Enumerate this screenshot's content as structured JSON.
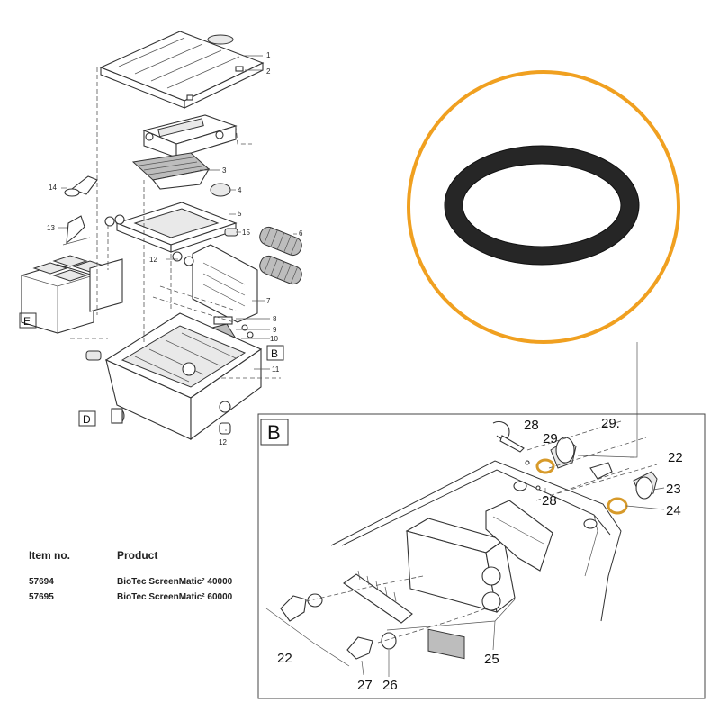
{
  "callouts_main": [
    "1",
    "2",
    "3",
    "4",
    "5",
    "6",
    "7",
    "8",
    "9",
    "10",
    "11",
    "12",
    "12",
    "13",
    "14",
    "15"
  ],
  "box_labels_main": [
    "E",
    "B",
    "D"
  ],
  "detail": {
    "box_label": "B",
    "callouts": [
      "28",
      "29",
      "29.",
      "22",
      "23",
      "24",
      "28",
      "22",
      "27",
      "26",
      "25"
    ]
  },
  "table": {
    "headers": [
      "Item no.",
      "Product"
    ],
    "rows": [
      [
        "57694",
        "BioTec ScreenMatic² 40000"
      ],
      [
        "57695",
        "BioTec ScreenMatic² 60000"
      ]
    ]
  },
  "colors": {
    "highlight": "#F0A020",
    "gasket": "#262626",
    "line": "#333333"
  }
}
